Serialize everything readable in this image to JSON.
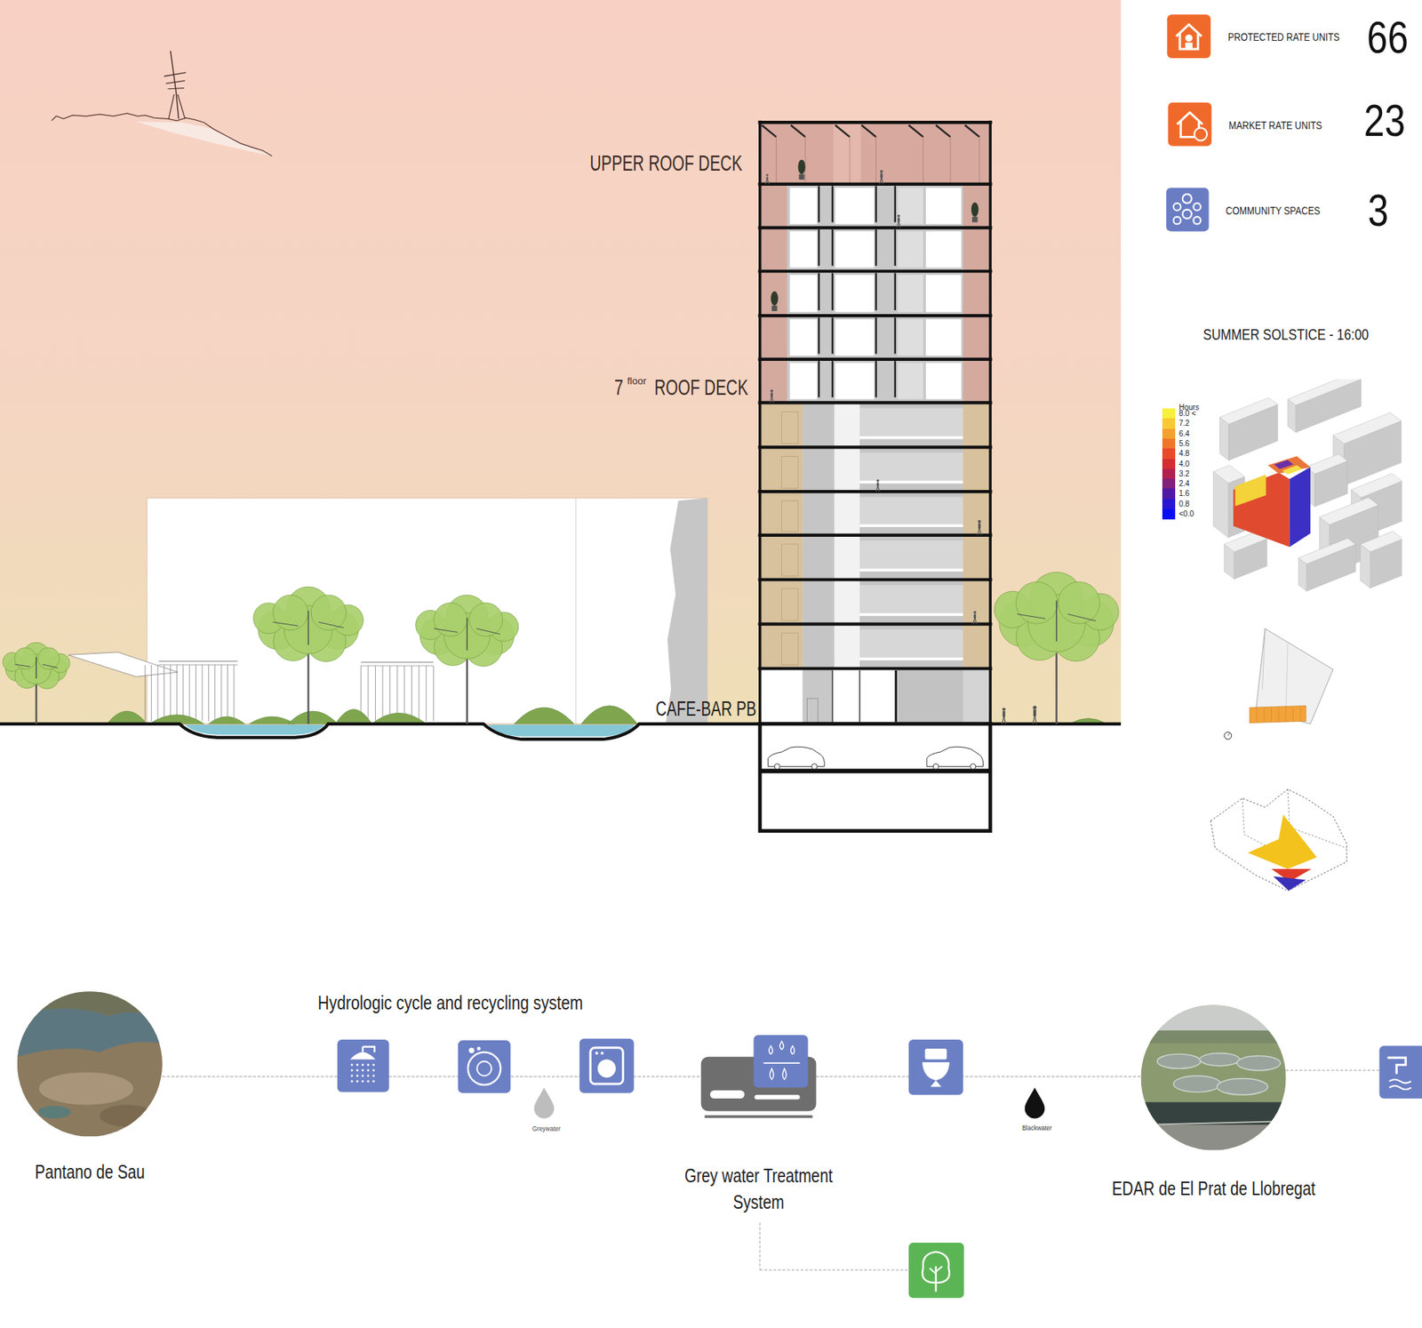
{
  "diagram": {
    "nodes": [
      {
        "text": [
          "Pantano de Sau"
        ]
      },
      {
        "text": [
          "Grey water Treatment System"
        ]
      },
      {
        "text": [
          "EDAR de El Prat de Llobregat"
        ]
      }
    ],
    "edges": [
      {
        "from": 0,
        "to": 1,
        "arrow": "none"
      },
      {
        "from": 1,
        "to": 2,
        "arrow": "none"
      }
    ],
    "labels": [
      "UPPER ROOF DECK",
      "7",
      "floor",
      "ROOF DECK",
      "CAFE-BAR PB",
      "PROTECTED RATE UNITS",
      "66",
      "MARKET RATE UNITS",
      "23",
      "COMMUNITY SPACES",
      "3",
      "SUMMER SOLSTICE - 16:00",
      "Hours",
      "Hydrologic cycle and recycling system",
      "Greywater",
      "Blackwater"
    ],
    "legend": [
      {
        "text": "8.0 <",
        "color": "#f7f03c"
      },
      {
        "text": "7.2",
        "color": "#f8c934"
      },
      {
        "text": "6.4",
        "color": "#f4a02e"
      },
      {
        "text": "5.6",
        "color": "#ef752b"
      },
      {
        "text": "4.8",
        "color": "#e84a2a"
      },
      {
        "text": "4.0",
        "color": "#d52c30"
      },
      {
        "text": "3.2",
        "color": "#b12150"
      },
      {
        "text": "2.4",
        "color": "#82207c"
      },
      {
        "text": "1.6",
        "color": "#5019a6"
      },
      {
        "text": "0.8",
        "color": "#2a16d0"
      },
      {
        "text": "<0.0",
        "color": "#0c0cf2"
      }
    ]
  }
}
